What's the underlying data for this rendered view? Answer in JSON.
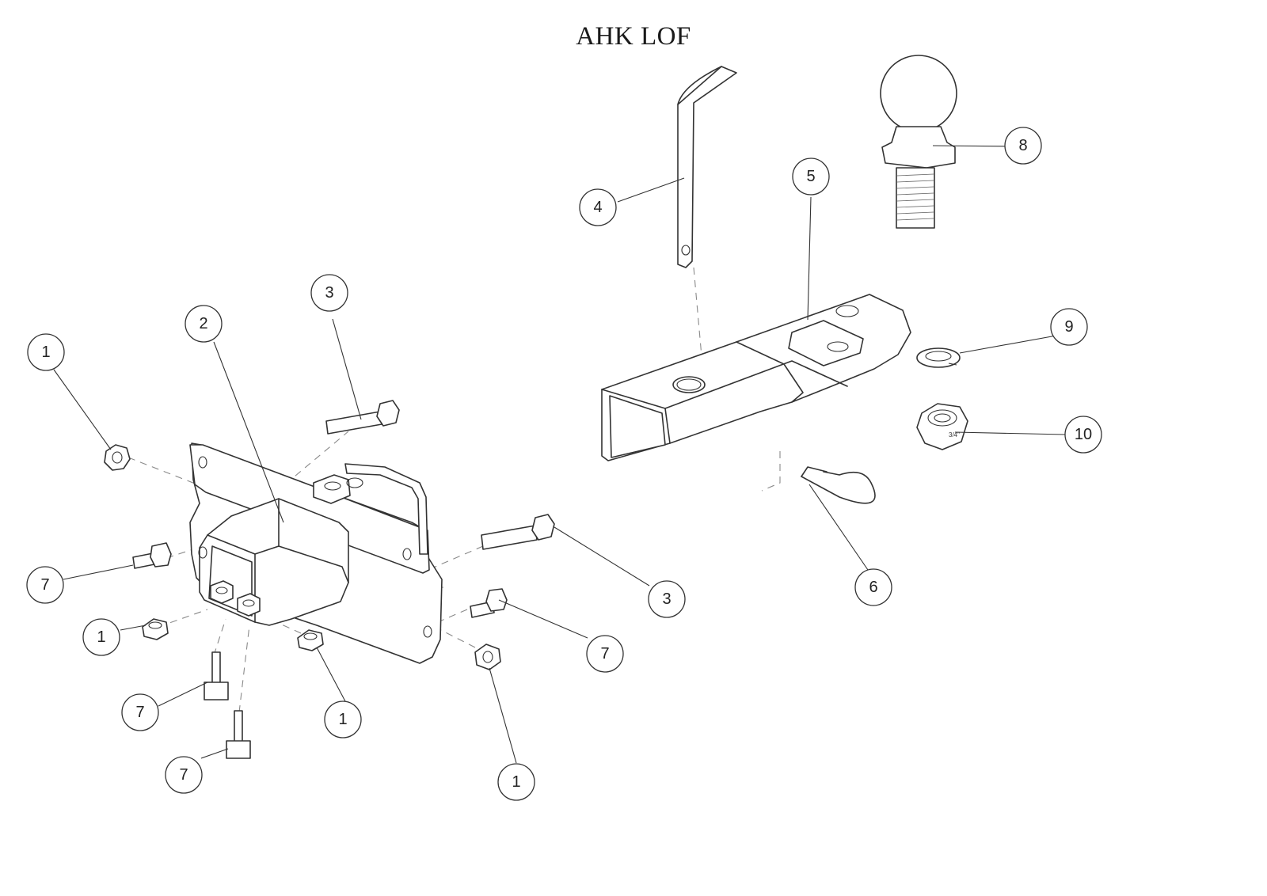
{
  "title": "AHK LOF",
  "nut_marking": "3/4\"",
  "callouts": [
    {
      "id": "c1a",
      "label": "1"
    },
    {
      "id": "c1b",
      "label": "1"
    },
    {
      "id": "c1c",
      "label": "1"
    },
    {
      "id": "c1d",
      "label": "1"
    },
    {
      "id": "c2",
      "label": "2"
    },
    {
      "id": "c3a",
      "label": "3"
    },
    {
      "id": "c3b",
      "label": "3"
    },
    {
      "id": "c4",
      "label": "4"
    },
    {
      "id": "c5",
      "label": "5"
    },
    {
      "id": "c6",
      "label": "6"
    },
    {
      "id": "c7a",
      "label": "7"
    },
    {
      "id": "c7b",
      "label": "7"
    },
    {
      "id": "c7c",
      "label": "7"
    },
    {
      "id": "c7d",
      "label": "7"
    },
    {
      "id": "c8",
      "label": "8"
    },
    {
      "id": "c9",
      "label": "9"
    },
    {
      "id": "c10",
      "label": "10"
    }
  ]
}
